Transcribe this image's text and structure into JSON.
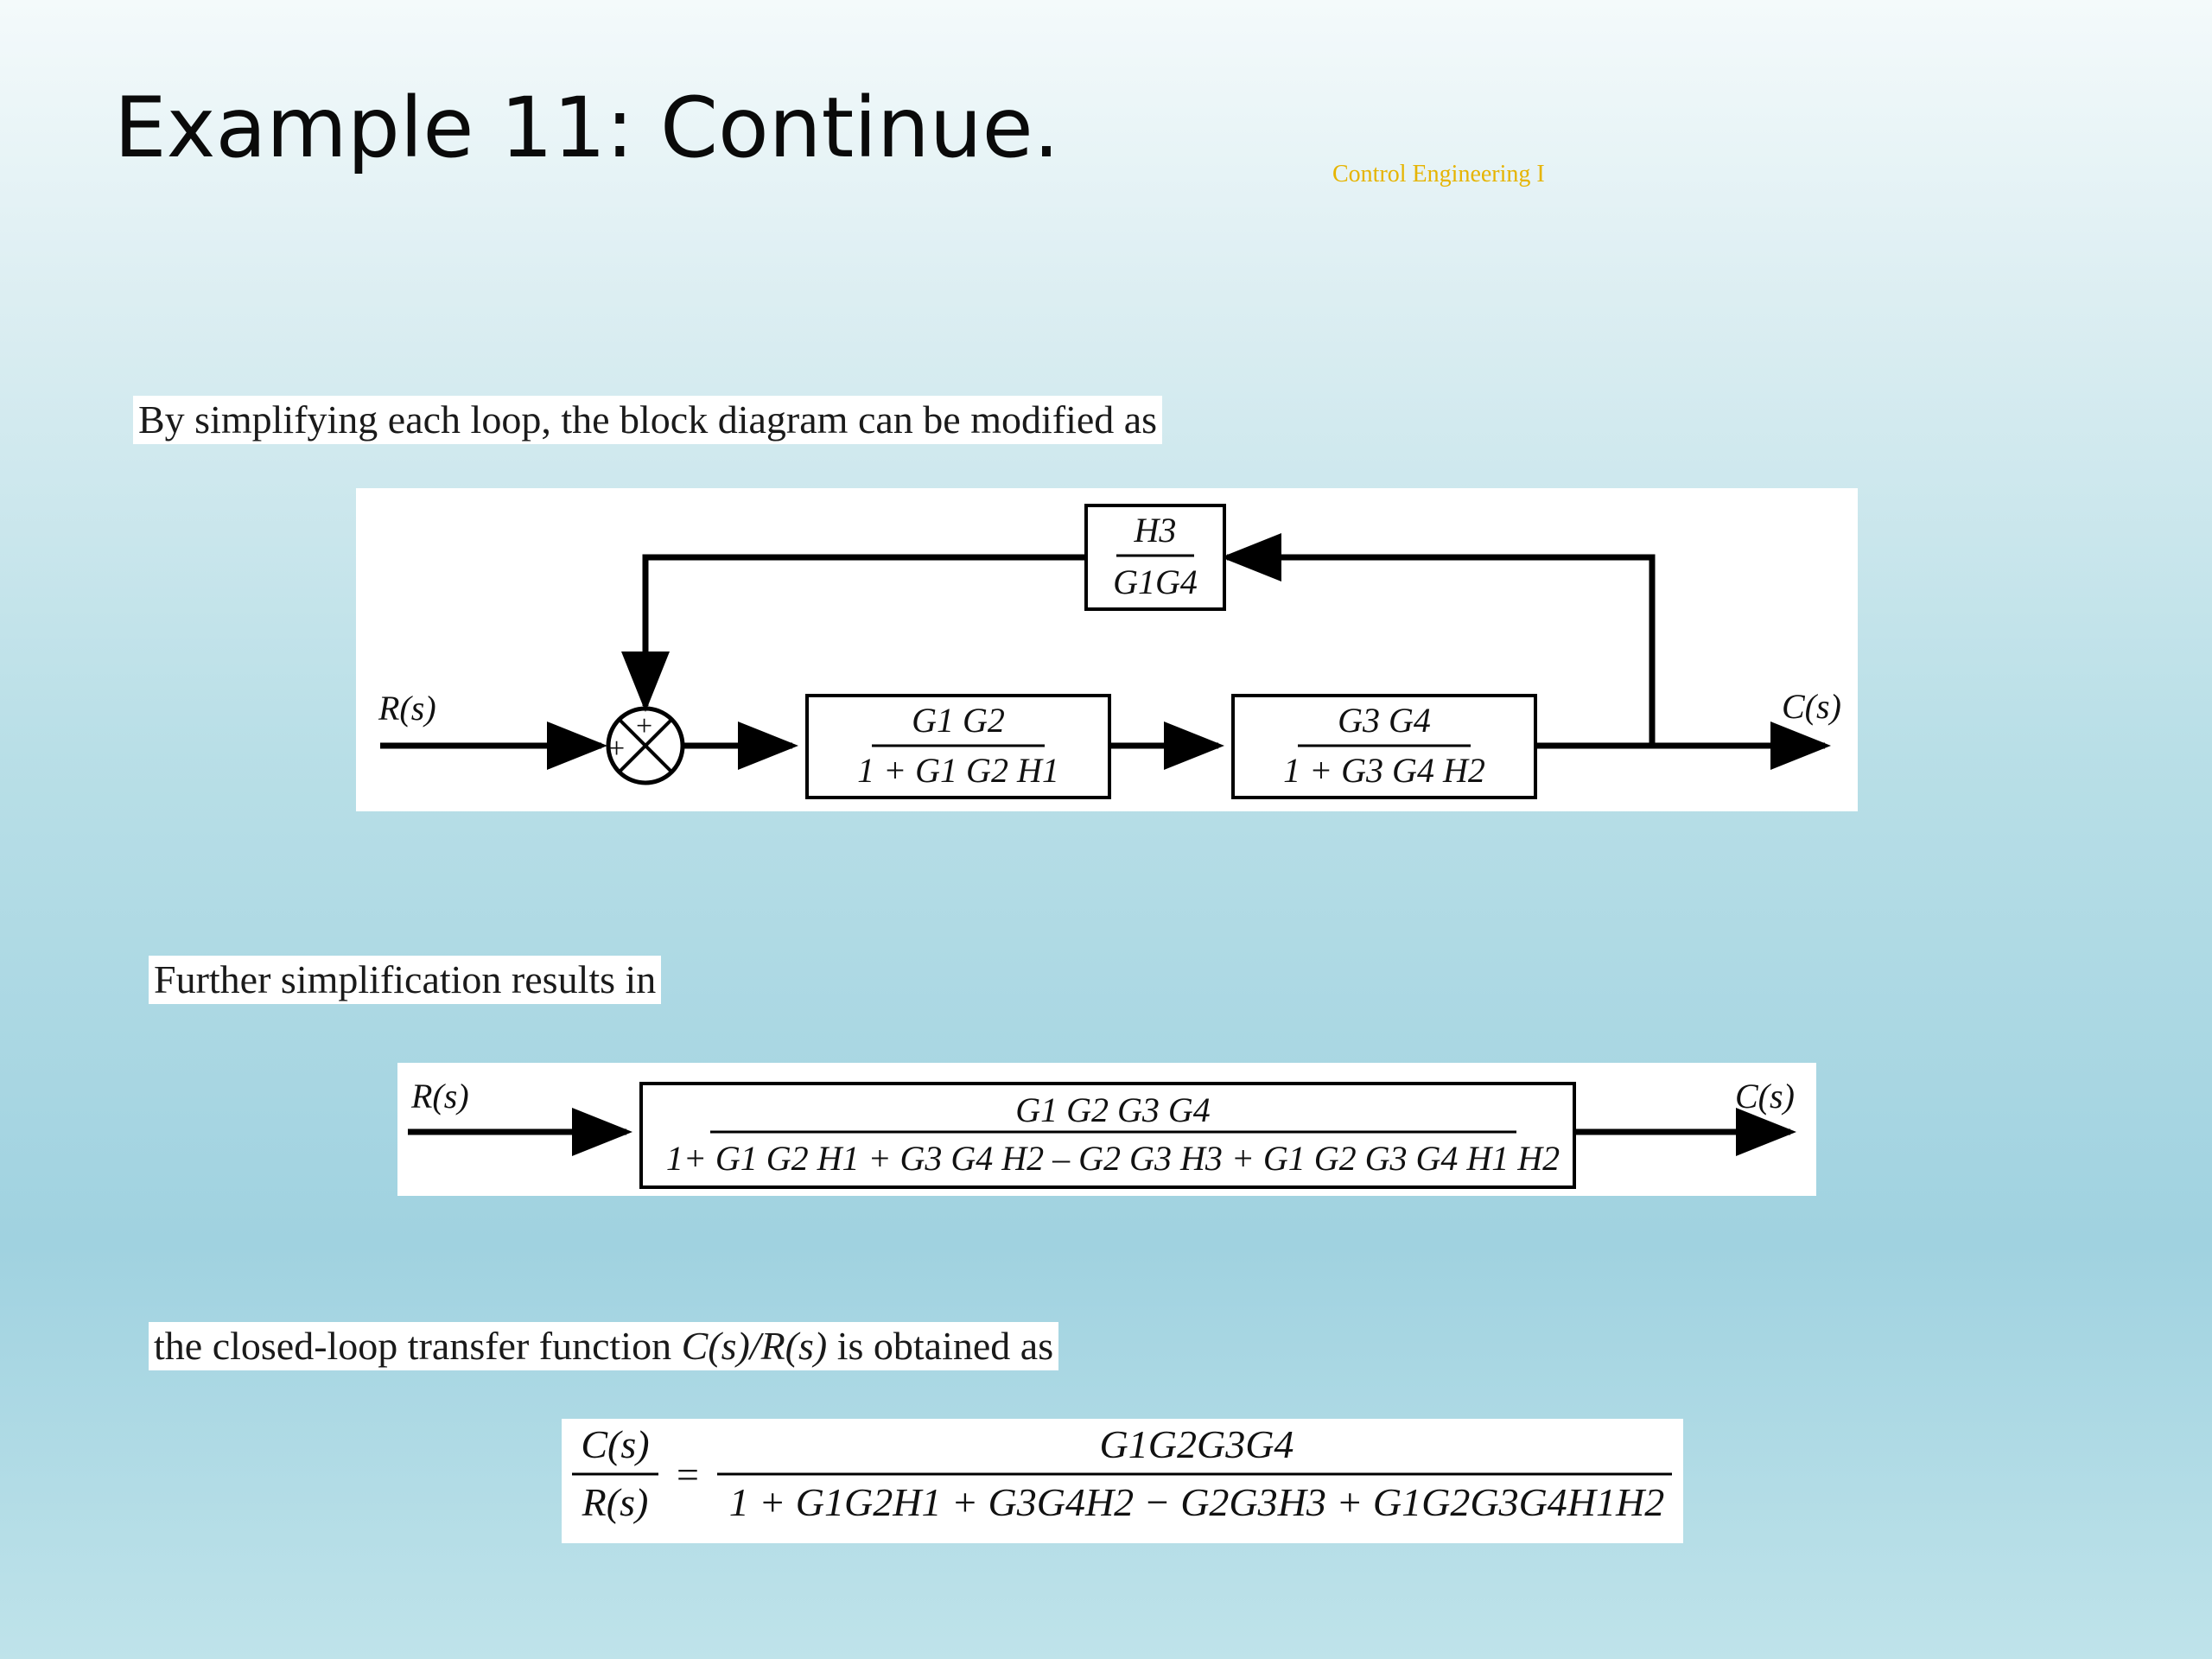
{
  "slide": {
    "title": "Example 11: Continue.",
    "course": "Control Engineering I"
  },
  "captions": {
    "first": "By simplifying each loop, the block diagram can be modified as",
    "second": "Further simplification results in",
    "third_prefix": "the closed-loop transfer function ",
    "third_math": "C(s)/R(s)",
    "third_suffix": " is obtained as"
  },
  "diagram1": {
    "input": "R(s)",
    "output": "C(s)",
    "summer_signs": [
      "+",
      "+"
    ],
    "feedback_block": {
      "num": "H3",
      "den": "G1G4"
    },
    "forward_block_1": {
      "num": "G1 G2",
      "den": "1 + G1 G2 H1"
    },
    "forward_block_2": {
      "num": "G3 G4",
      "den": "1 + G3 G4 H2"
    }
  },
  "diagram2": {
    "input": "R(s)",
    "output": "C(s)",
    "block": {
      "num": "G1 G2 G3 G4",
      "den": "1+ G1 G2 H1 + G3 G4 H2 – G2 G3 H3 + G1 G2 G3 G4 H1 H2"
    }
  },
  "equation": {
    "lhs_num": "C(s)",
    "lhs_den": "R(s)",
    "equals": "=",
    "rhs_num": "G1G2G3G4",
    "rhs_den": "1 + G1G2H1 + G3G4H2 − G2G3H3 + G1G2G3G4H1H2"
  }
}
